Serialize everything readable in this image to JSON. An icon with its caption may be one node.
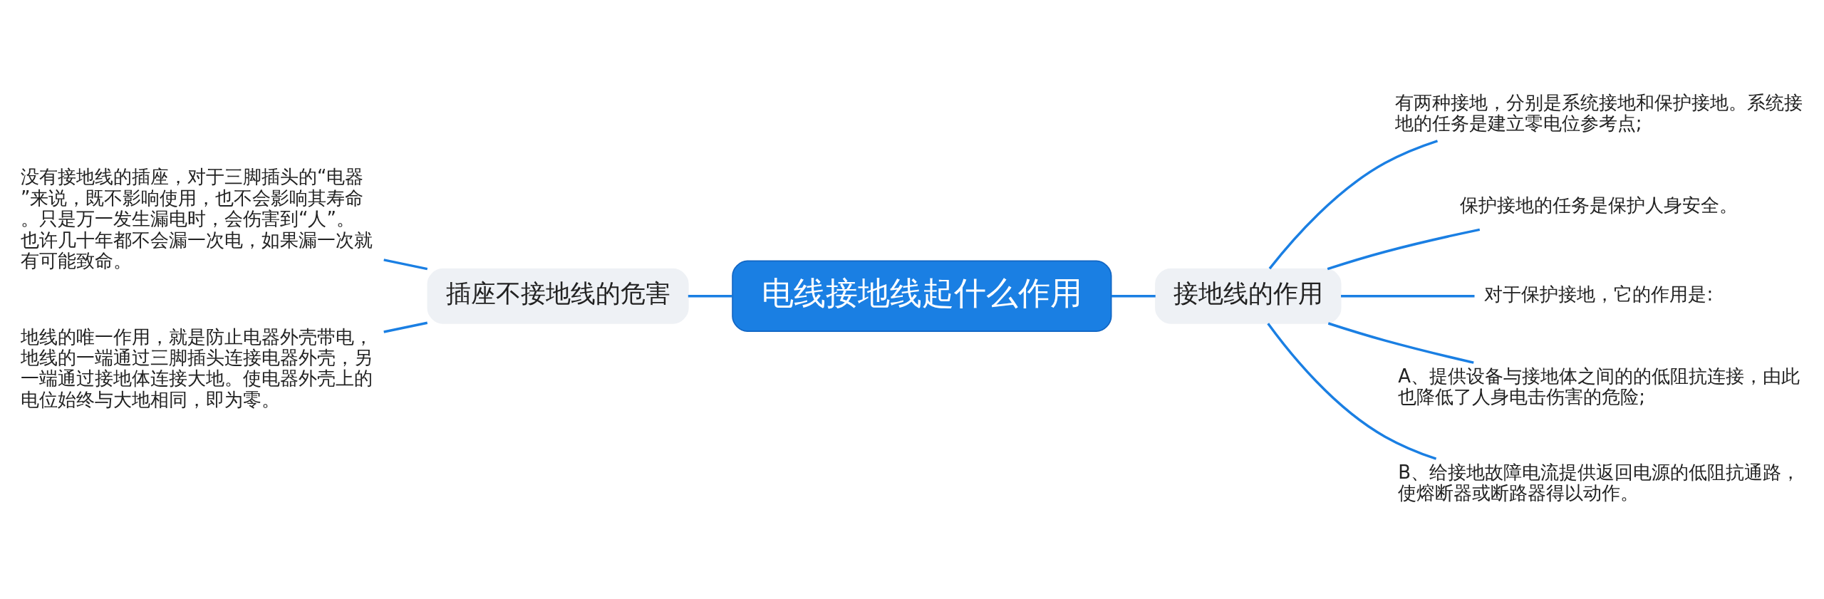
{
  "diagram": {
    "nodes": [
      {
        "text": [
          "电线接地线起什么作用"
        ]
      },
      {
        "text": [
          "插座不接地线的危害"
        ]
      },
      {
        "text": [
          "没有接地线的插座，对于三脚插头的“电器”来说，既不影响使用，也不会影响其寿命。只是万一发生漏电时，会伤害到“人”。也许几十年都不会漏一次电，如果漏一次就有可能致命。"
        ]
      },
      {
        "text": [
          "地线的唯一作用，就是防止电器外壳带电，地线的一端通过三脚插头连接电器外壳，另一端通过接地体连接大地。使电器外壳上的电位始终与大地相同，即为零。"
        ]
      },
      {
        "text": [
          "接地线的作用"
        ]
      },
      {
        "text": [
          "有两种接地，分别是系统接地和保护接地。系统接地的任务是建立零电位参考点;"
        ]
      },
      {
        "text": [
          "保护接地的任务是保护人身安全。"
        ]
      },
      {
        "text": [
          "对于保护接地，它的作用是:"
        ]
      },
      {
        "text": [
          "A、提供设备与接地体之间的的低阻抗连接，由此也降低了人身电击伤害的危险;"
        ]
      },
      {
        "text": [
          "B、给接地故障电流提供返回电源的低阻抗通路，使熔断器或断路器得以动作。"
        ]
      }
    ],
    "edges": [
      {
        "from": 0,
        "to": 1,
        "arrow": "none"
      },
      {
        "from": 1,
        "to": 2,
        "arrow": "none"
      },
      {
        "from": 1,
        "to": 3,
        "arrow": "none"
      },
      {
        "from": 0,
        "to": 4,
        "arrow": "none"
      },
      {
        "from": 4,
        "to": 5,
        "arrow": "none"
      },
      {
        "from": 4,
        "to": 6,
        "arrow": "none"
      },
      {
        "from": 4,
        "to": 7,
        "arrow": "none"
      },
      {
        "from": 4,
        "to": 8,
        "arrow": "none"
      },
      {
        "from": 4,
        "to": 9,
        "arrow": "none"
      }
    ]
  }
}
